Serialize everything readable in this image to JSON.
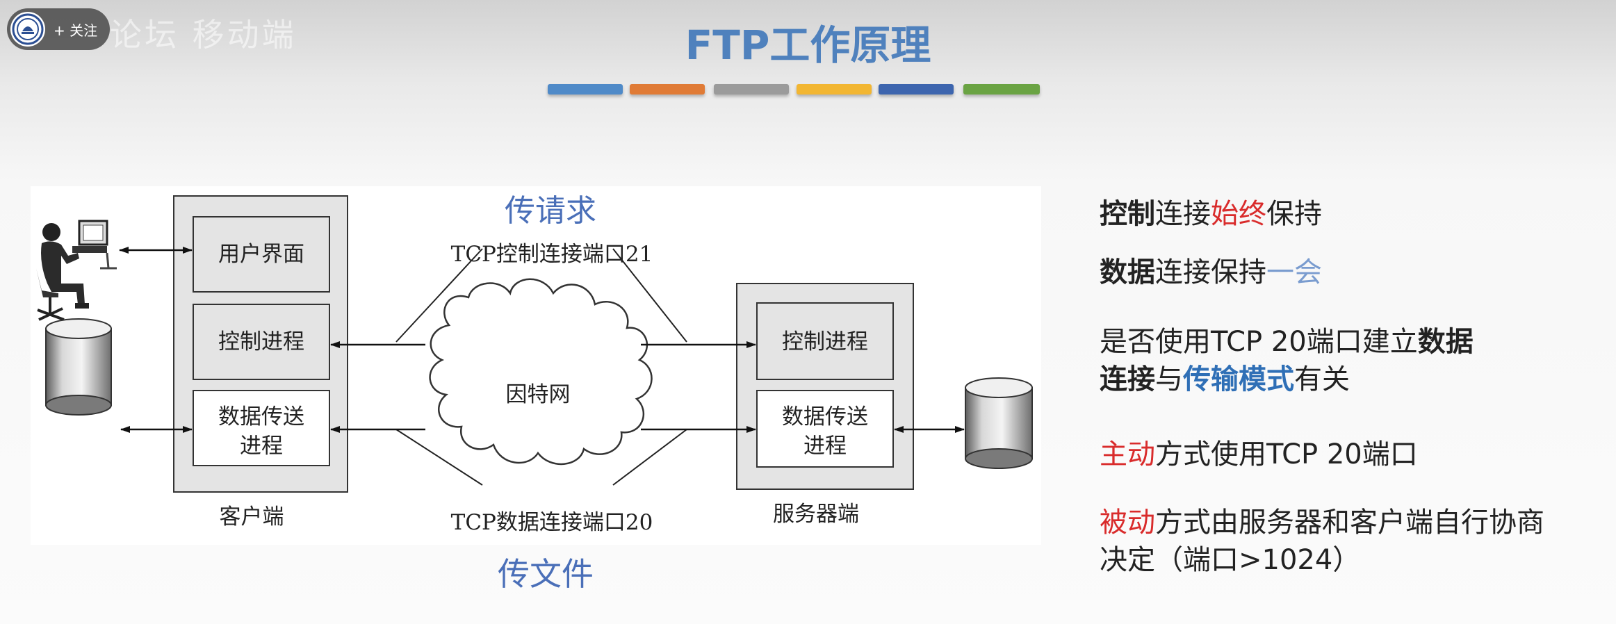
{
  "follow_button": {
    "label": "+ 关注"
  },
  "watermark": "论坛 移动端",
  "slide": {
    "title": "FTP工作原理"
  },
  "accent_colors": [
    "#4f8ac8",
    "#e07b36",
    "#9b9b9b",
    "#f2b632",
    "#3d65ae",
    "#6aa343"
  ],
  "diagram": {
    "top_annotation": "传请求",
    "bottom_annotation": "传文件",
    "control_connection_label": "TCP控制连接端口21",
    "data_connection_label": "TCP数据连接端口20",
    "internet_label": "因特网",
    "client": {
      "caption": "客户端",
      "user_interface": "用户界面",
      "control_process": "控制进程",
      "data_transfer_line1": "数据传送",
      "data_transfer_line2": "进程"
    },
    "server": {
      "caption": "服务器端",
      "control_process": "控制进程",
      "data_transfer_line1": "数据传送",
      "data_transfer_line2": "进程"
    }
  },
  "notes": {
    "line1": {
      "a": "控制",
      "b": "连接",
      "c": "始终",
      "d": "保持"
    },
    "line2": {
      "a": "数据",
      "b": "连接保持",
      "c": "一会"
    },
    "line3": {
      "a": "是否使用TCP 20端口建立",
      "b": "数据"
    },
    "line4": {
      "a": "连接",
      "b": "与",
      "c": "传输模式",
      "d": "有关"
    },
    "line5": {
      "a": "主动",
      "b": "方式使用TCP 20端口"
    },
    "line6": {
      "a": "被动",
      "b": "方式由服务器和客户端自行协商"
    },
    "line7": {
      "a": "决定（端口>1024）"
    }
  }
}
